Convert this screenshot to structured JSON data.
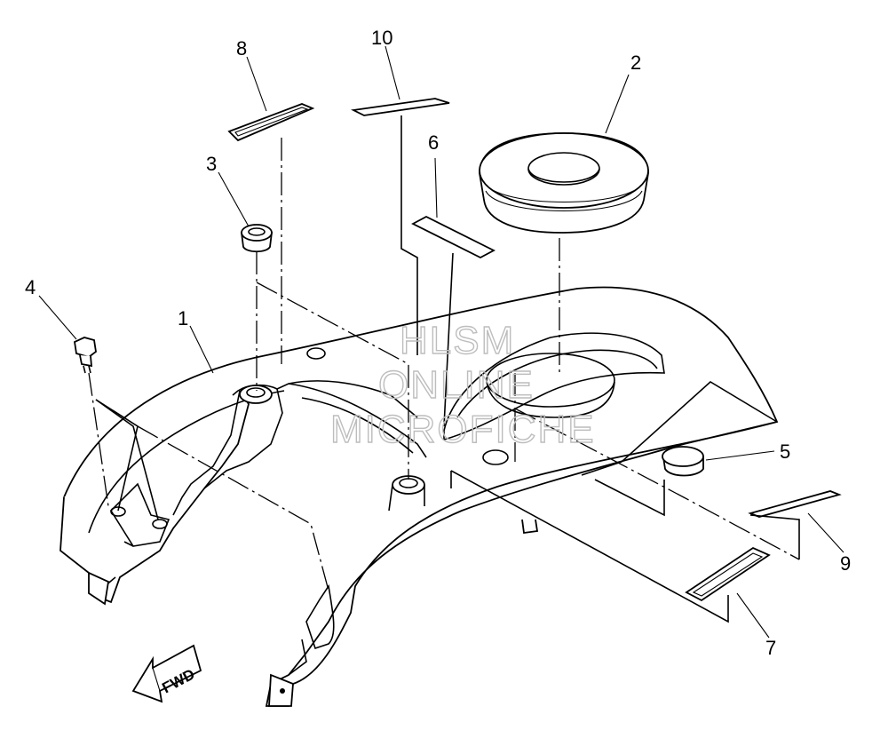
{
  "diagram": {
    "callouts": {
      "c1": "1",
      "c2": "2",
      "c3": "3",
      "c4": "4",
      "c5": "5",
      "c6": "6",
      "c7": "7",
      "c8": "8",
      "c9": "9",
      "c10": "10"
    },
    "forward_arrow_label": "FWD",
    "watermark": {
      "line1": "HLSM",
      "line2": "ONLINE",
      "line3": "MICROFICHE"
    }
  }
}
